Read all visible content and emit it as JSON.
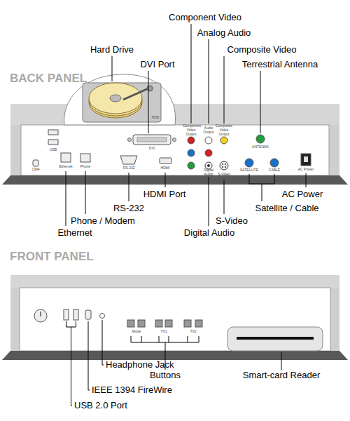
{
  "diagram": {
    "labels": [
      "BACK PANEL",
      "Hard Drive",
      "DVI Port",
      "Component Video",
      "Analog Audio",
      "Composite Video",
      "Terrestrial Antenna",
      "HDMI Port",
      "AC Power",
      "RS-232",
      "Satellite / Cable",
      "Phone / Modem",
      "S-Video",
      "Ethernet",
      "Digital Audio",
      "HDD",
      "DVI",
      "USB",
      "Ethernet",
      "Phone",
      "1394",
      "RS-232",
      "HDMI",
      "Component Video Output",
      "Audio Output",
      "Composite Video Output",
      "Digital Audio",
      "S-Video",
      "ANTENNA",
      "SATELLITE",
      "CABLE",
      "AC Power",
      "FRONT PANEL",
      "Mode",
      "TV1",
      "TV2",
      "Headphone Jack",
      "Buttons",
      "Smart-card Reader",
      "IEEE 1394 FireWire",
      "USB 2.0 Port"
    ]
  }
}
